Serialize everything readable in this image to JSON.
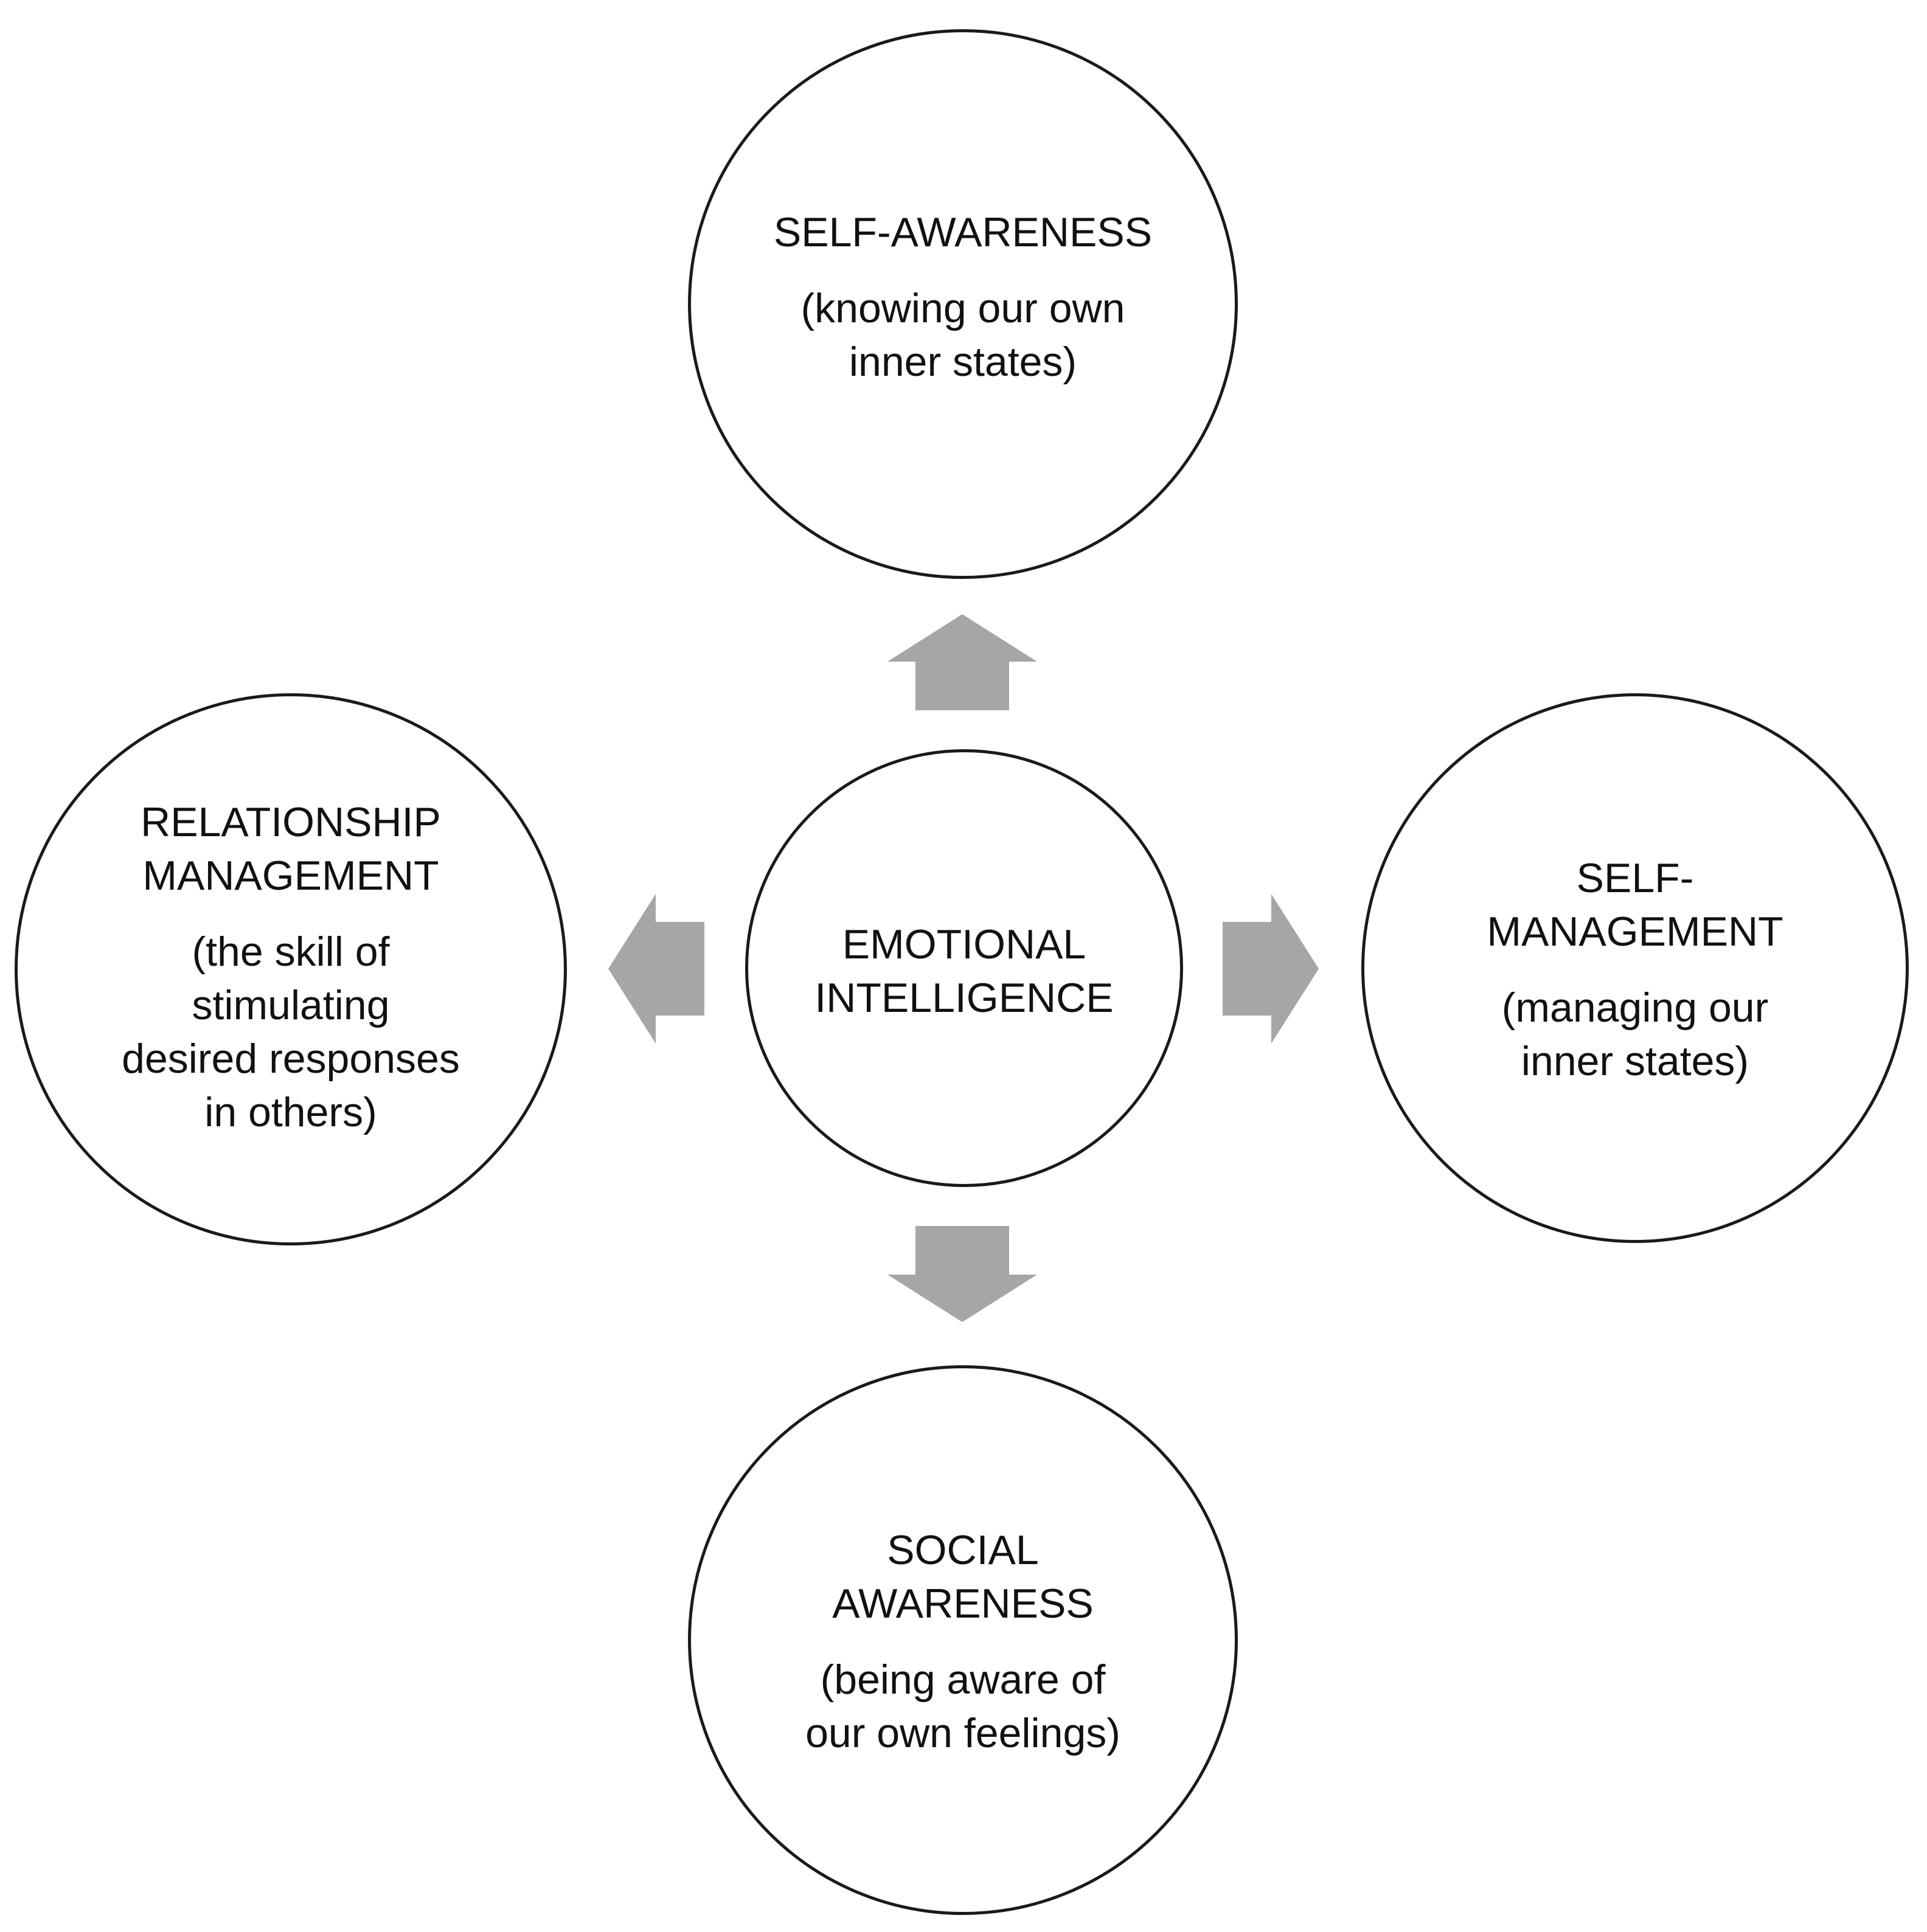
{
  "center": {
    "lines": [
      "EMOTIONAL",
      "INTELLIGENCE"
    ]
  },
  "top": {
    "title_lines": [
      "SELF-AWARENESS"
    ],
    "desc_lines": [
      "(knowing our own",
      "inner states)"
    ]
  },
  "right": {
    "title_lines": [
      "SELF-",
      "MANAGEMENT"
    ],
    "desc_lines": [
      "(managing our",
      "inner states)"
    ]
  },
  "bottom": {
    "title_lines": [
      "SOCIAL",
      "AWARENESS"
    ],
    "desc_lines": [
      "(being aware of",
      "our own feelings)"
    ]
  },
  "left": {
    "title_lines": [
      "RELATIONSHIP",
      "MANAGEMENT"
    ],
    "desc_lines": [
      "(the skill of",
      "stimulating",
      "desired responses",
      "in others)"
    ]
  },
  "colors": {
    "arrow": "#a6a6a6",
    "outline": "#1a1a1a",
    "text": "#111111",
    "background": "#ffffff"
  }
}
